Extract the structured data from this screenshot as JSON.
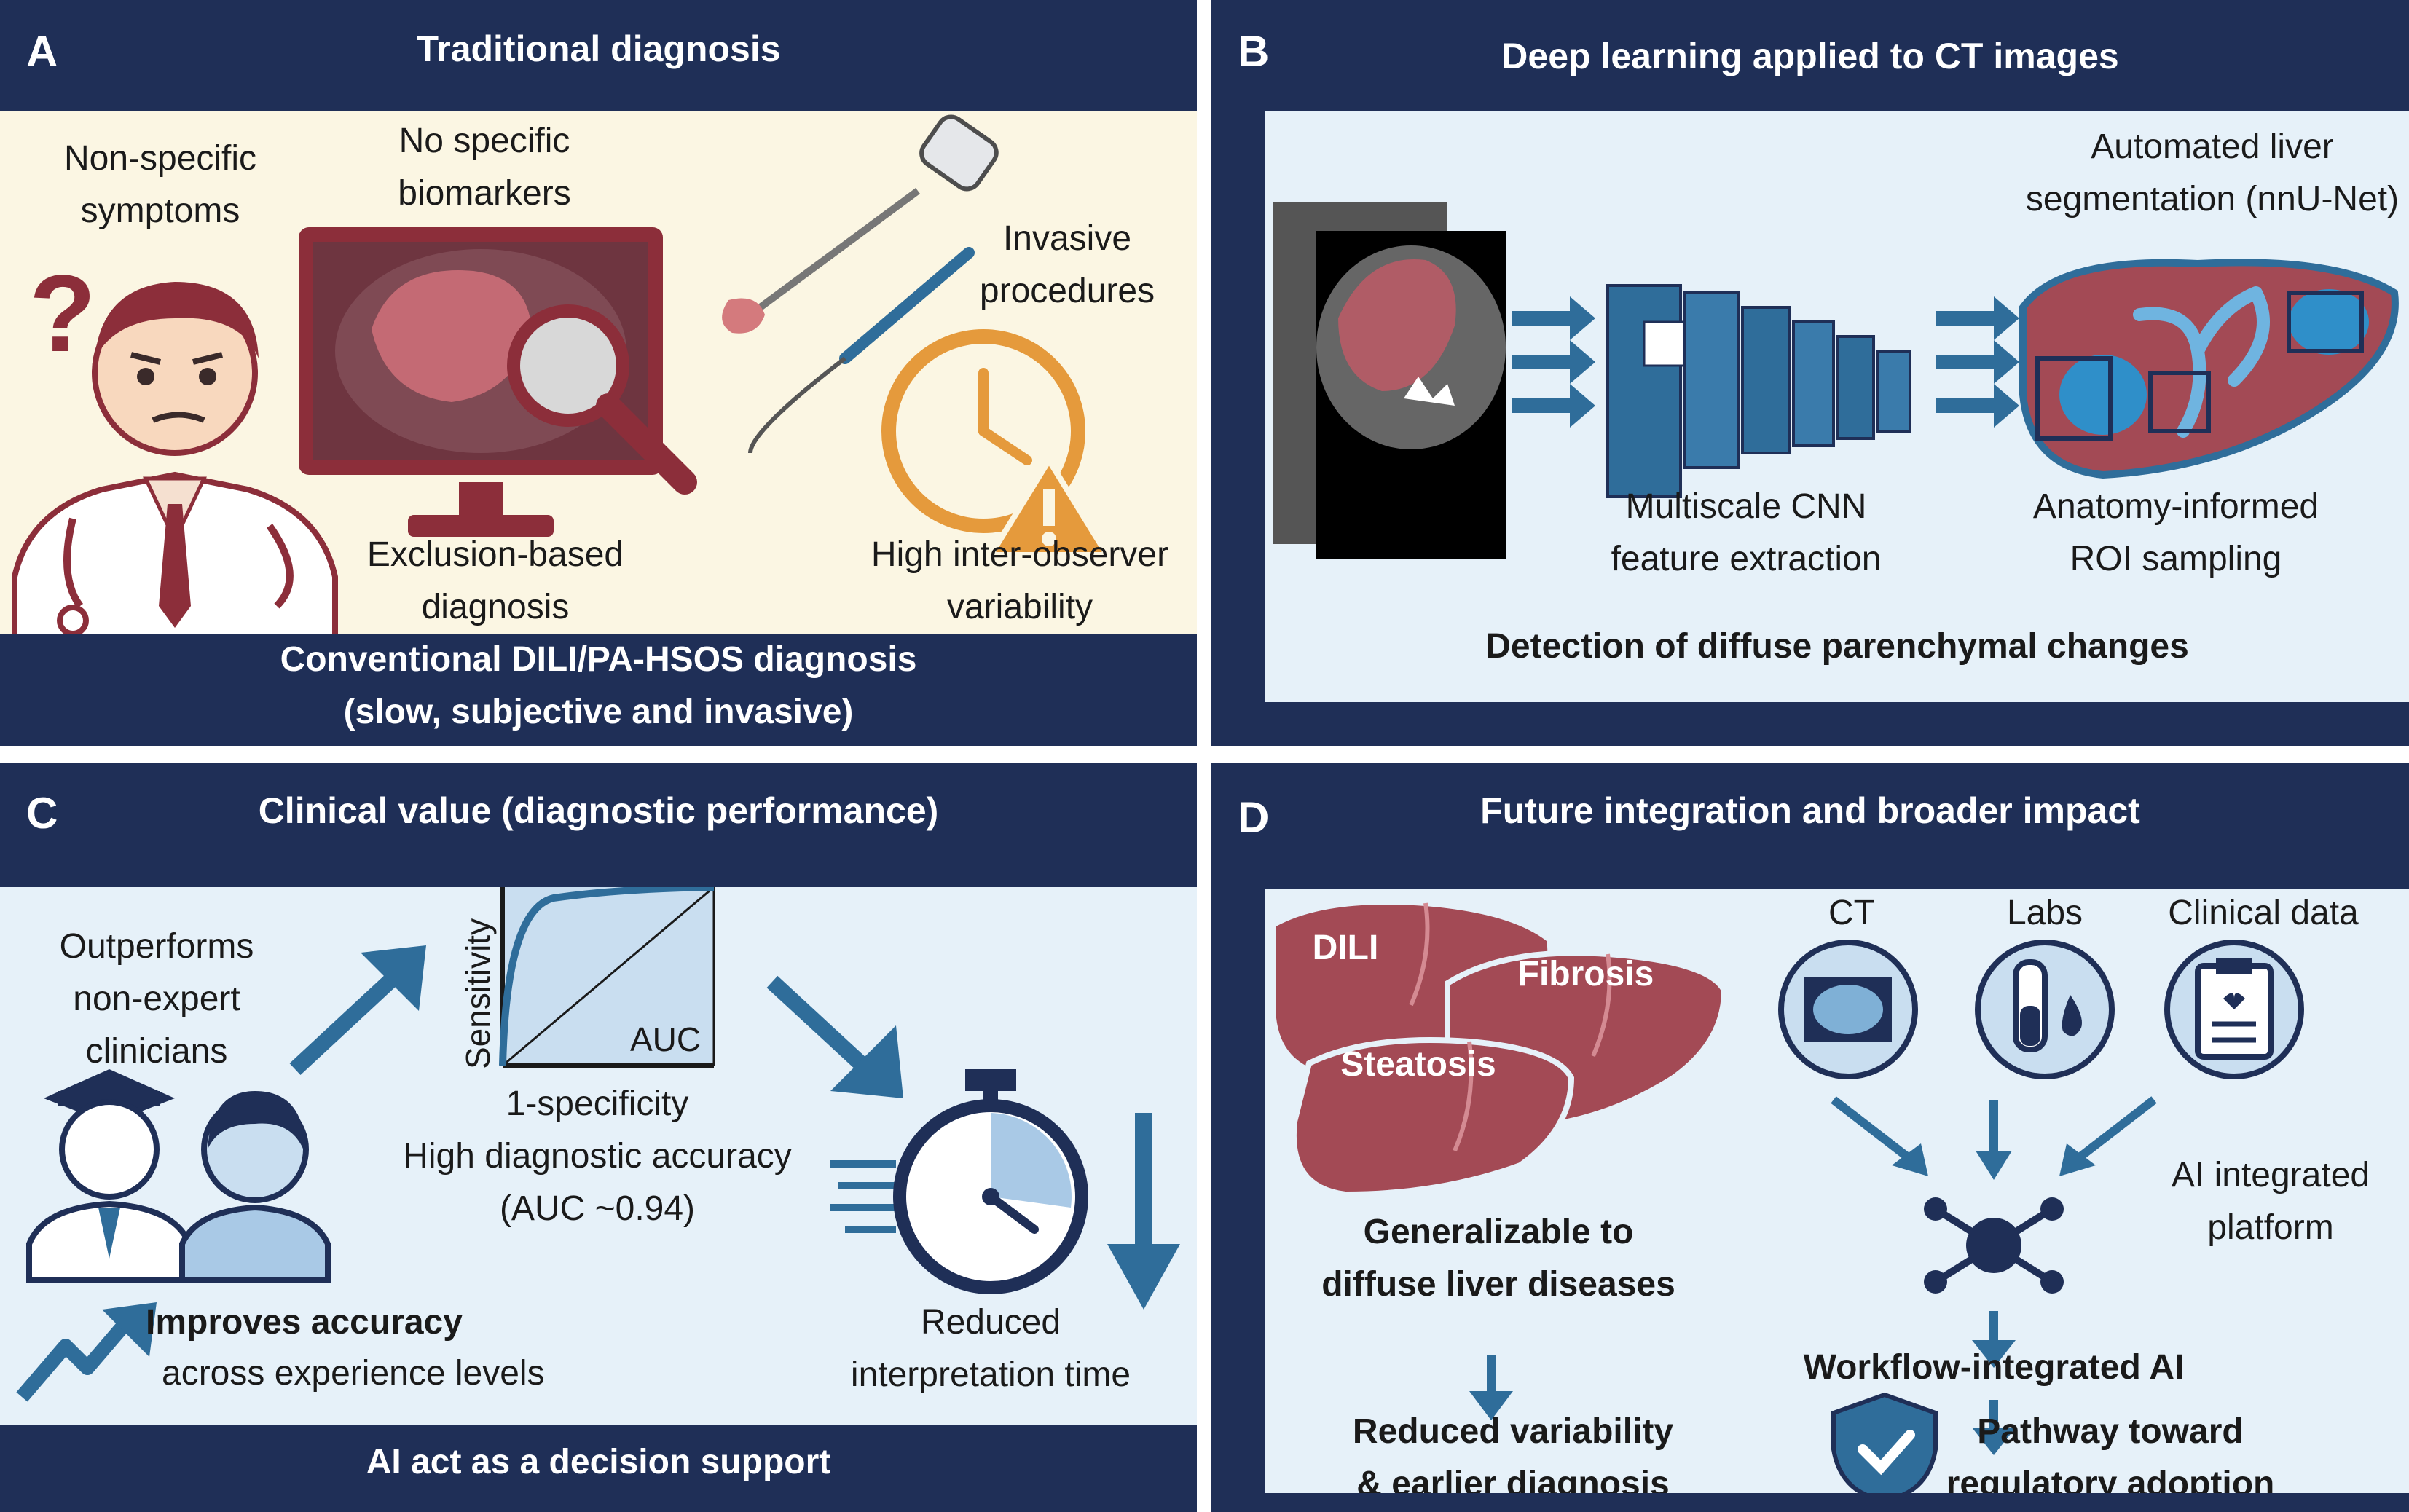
{
  "panel_a": {
    "letter": "A",
    "title": "Traditional diagnosis",
    "non_specific_symptoms": [
      "Non-specific",
      "symptoms"
    ],
    "no_specific_biomarkers": [
      "No specific",
      "biomarkers"
    ],
    "invasive_procedures": [
      "Invasive",
      "procedures"
    ],
    "exclusion_based": [
      "Exclusion-based",
      "diagnosis"
    ],
    "inter_observer": [
      "High inter-observer",
      "variability"
    ],
    "footer": [
      "Conventional DILI/PA-HSOS diagnosis",
      "(slow, subjective and invasive)"
    ]
  },
  "panel_b": {
    "letter": "B",
    "title": "Deep learning applied to CT images",
    "segmentation": [
      "Automated liver",
      "segmentation (nnU-Net)"
    ],
    "cnn": [
      "Multiscale CNN",
      "feature extraction"
    ],
    "roi": [
      "Anatomy-informed",
      "ROI sampling"
    ],
    "detection": "Detection of diffuse parenchymal changes"
  },
  "panel_c": {
    "letter": "C",
    "title": "Clinical value (diagnostic performance)",
    "outperforms": [
      "Outperforms",
      "non-expert",
      "clinicians"
    ],
    "y_axis": "Sensitivity",
    "x_axis": "1-specificity",
    "auc_label": "AUC",
    "accuracy": [
      "High diagnostic accuracy",
      "(AUC ~0.94)"
    ],
    "improves_title": "Improves accuracy",
    "improves_sub": "across experience levels",
    "reduced": [
      "Reduced",
      "interpretation time"
    ],
    "footer": "AI act as a decision support"
  },
  "panel_d": {
    "letter": "D",
    "title": "Future integration and broader impact",
    "dili": "DILI",
    "fibrosis": "Fibrosis",
    "steatosis": "Steatosis",
    "generalizable": [
      "Generalizable to",
      "diffuse liver diseases"
    ],
    "reduced_var": [
      "Reduced variability",
      "& earlier diagnosis"
    ],
    "ct": "CT",
    "labs": "Labs",
    "clinical_data": "Clinical data",
    "platform": [
      "AI integrated",
      "platform"
    ],
    "workflow": "Workflow-integrated AI",
    "pathway": [
      "Pathway toward",
      "regulatory adoption"
    ]
  },
  "colors": {
    "navy": "#1f2f57",
    "liver": "#a34a55",
    "steel_blue": "#2f6d9a",
    "orange": "#e59a3c",
    "panel_a_bg": "#fbf6e3",
    "panel_bcd_bg": "#e6f1f9"
  }
}
